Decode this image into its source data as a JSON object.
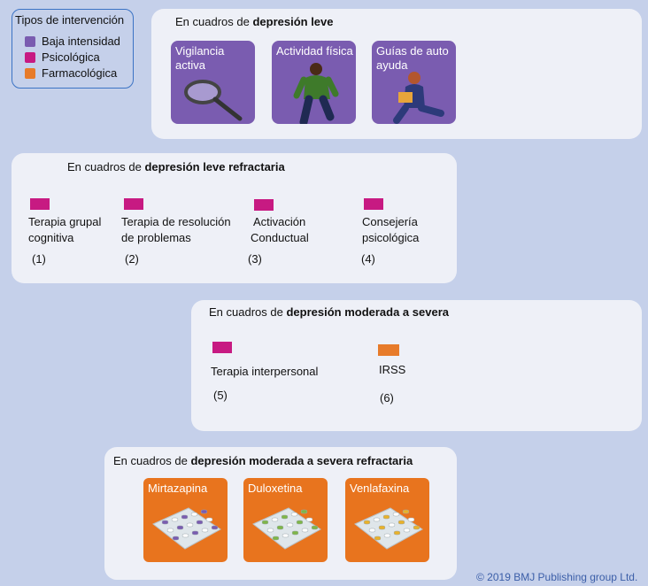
{
  "legend": {
    "title": "Tipos de intervención",
    "items": [
      {
        "label": "Baja intensidad",
        "color": "#7a5cb0"
      },
      {
        "label": "Psicológica",
        "color": "#c71a82"
      },
      {
        "label": "Farmacológica",
        "color": "#e77b2a"
      }
    ]
  },
  "section1": {
    "heading_prefix": "En cuadros de ",
    "heading_bold": "depresión leve",
    "cards": [
      {
        "line1": "Vigilancia",
        "line2": "activa",
        "icon": "magnifying-glass-icon"
      },
      {
        "line1": "Actividad física",
        "line2": "",
        "icon": "person-walking-icon"
      },
      {
        "line1": "Guías de auto",
        "line2": "ayuda",
        "icon": "person-reading-icon"
      }
    ]
  },
  "section2": {
    "heading_prefix": "En cuadros de ",
    "heading_bold": "depresión leve refractaria",
    "items": [
      {
        "line1": "Terapia grupal",
        "line2": "cognitiva",
        "ref": "(1)"
      },
      {
        "line1": "Terapia de resolución",
        "line2": "de problemas",
        "ref": "(2)"
      },
      {
        "line1": "Activación",
        "line2": "Conductual",
        "ref": "(3)"
      },
      {
        "line1": "Consejería",
        "line2": "psicológica",
        "ref": "(4)"
      }
    ]
  },
  "section3": {
    "heading_prefix": "En cuadros de ",
    "heading_bold": "depresión moderada a severa",
    "items": [
      {
        "label": "Terapia interpersonal",
        "ref": "(5)"
      },
      {
        "label": "IRSS",
        "ref": "(6)"
      }
    ]
  },
  "section4": {
    "heading_prefix": "En cuadros de ",
    "heading_bold": "depresión moderada a severa refractaria",
    "drugs": [
      {
        "label": "Mirtazapina",
        "pill_color": "#7a5cb0"
      },
      {
        "label": "Duloxetina",
        "pill_color": "#7fb648"
      },
      {
        "label": "Venlafaxina",
        "pill_color": "#e9b22a"
      }
    ]
  },
  "copyright": "© 2019 BMJ Publishing group Ltd."
}
